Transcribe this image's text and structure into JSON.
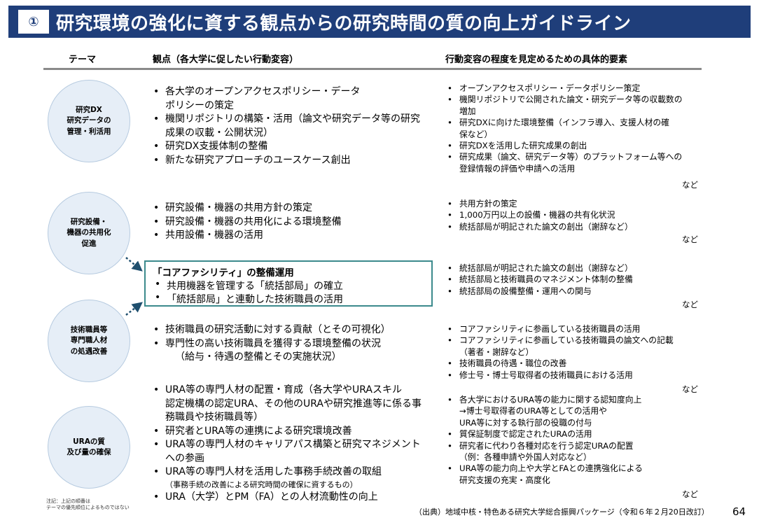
{
  "header": {
    "badge": "①",
    "title": "研究環境の強化に資する観点からの研究時間の質の向上ガイドライン"
  },
  "columns": {
    "theme": "テーマ",
    "viewpoint": "観点（各大学に促したい行動変容）",
    "elements": "行動変容の程度を見定めるための具体的要素"
  },
  "themes": [
    {
      "lines": [
        "研究DX",
        "研究データの",
        "管理・利活用"
      ]
    },
    {
      "lines": [
        "研究設備・",
        "機器の共用化",
        "促進"
      ]
    },
    {
      "lines": [
        "技術職員等",
        "専門職人材",
        "の処遇改善"
      ]
    },
    {
      "lines": [
        "URAの質",
        "及び量の確保"
      ]
    }
  ],
  "viewpoints": {
    "dx": [
      {
        "text": "各大学のオープンアクセスポリシー・データ",
        "cont": "ポリシーの策定"
      },
      {
        "text": "機関リポジトリの構築・活用（論文や研究データ等の研究",
        "cont": "成果の収載・公開状況）"
      },
      {
        "text": "研究DX支援体制の整備"
      },
      {
        "text": "新たな研究アプローチのユースケース創出"
      }
    ],
    "equipment": [
      {
        "text": "研究設備・機器の共用方針の策定"
      },
      {
        "text": "研究設備・機器の共用化による環境整備"
      },
      {
        "text": "共用設備・機器の活用"
      }
    ],
    "core_facility": {
      "title": "「コアファシリティ」の整備運用",
      "items": [
        "共用機器を管理する「統括部局」の確立",
        "「統括部局」と連動した技術職員の活用"
      ]
    },
    "staff": [
      {
        "text": "技術職員の研究活動に対する貢献（とその可視化）"
      },
      {
        "text": "専門性の高い技術職員を獲得する環境整備の状況",
        "cont": "（給与・待遇の整備とその実施状況）"
      }
    ],
    "ura": [
      {
        "text": "URA等の専門人材の配置・育成（各大学やURAスキル",
        "cont": "認定機構の認定URA、その他のURAや研究推進等に係る事務職員や技術職員等）"
      },
      {
        "text": "研究者とURA等の連携による研究環境改善"
      },
      {
        "text": "URA等の専門人材のキャリアパス構築と研究マネジメント",
        "cont": "への参画"
      },
      {
        "text": "URA等の専門人材を活用した事務手続改善の取組",
        "small": "（事務手続の改善による研究時間の確保に資するもの）"
      },
      {
        "text": "URA（大学）とPM（FA）との人材流動性の向上"
      }
    ]
  },
  "elements": {
    "dx": [
      "オープンアクセスポリシー・データポリシー策定",
      "機関リポジトリで公開された論文・研究データ等の収載数の|増加",
      "研究DXに向けた環境整備（インフラ導入、支援人材の確|保など）",
      "研究DXを活用した研究成果の創出",
      "研究成果（論文、研究データ等）のプラットフォーム等への|登録情報の評価や申請への活用"
    ],
    "equipment": [
      "共用方針の策定",
      "1,000万円以上の設備・機器の共有化状況",
      "統括部局が明記された論文の創出（謝辞など）"
    ],
    "core": [
      "統括部局が明記された論文の創出（謝辞など）",
      "統括部局と技術職員のマネジメント体制の整備",
      "統括部局の設備整備・運用への関与"
    ],
    "staff": [
      "コアファシリティに参画している技術職員の活用",
      "コアファシリティに参画している技術職員の論文への記載|（著者・謝辞など）",
      "技術職員の待遇・職位の改善",
      "修士号・博士号取得者の技術職員における活用"
    ],
    "ura": [
      "各大学におけるURA等の能力に関する認知度向上|→博士号取得者のURA等としての活用や|URA等に対する執行部の役職の付与",
      "質保証制度で認定されたURAの活用",
      "研究者に代わり各種対応を行う認定URAの配置|（例：各種申請や外国人対応など）",
      "URA等の能力向上や大学とFAとの連携強化による|研究支援の充実・高度化"
    ]
  },
  "nado": "など",
  "note": {
    "line1": "注記：上記の順番は",
    "line2": "テーマの優先順位によるものではない"
  },
  "source": "（出典）地域中核・特色ある研究大学総合振興パッケージ（令和６年２月20日改訂）",
  "page_number": "64",
  "colors": {
    "title_bar": "#1f3e7a",
    "circle_fill": "#e6eef7",
    "core_border": "#3b8a8c"
  }
}
